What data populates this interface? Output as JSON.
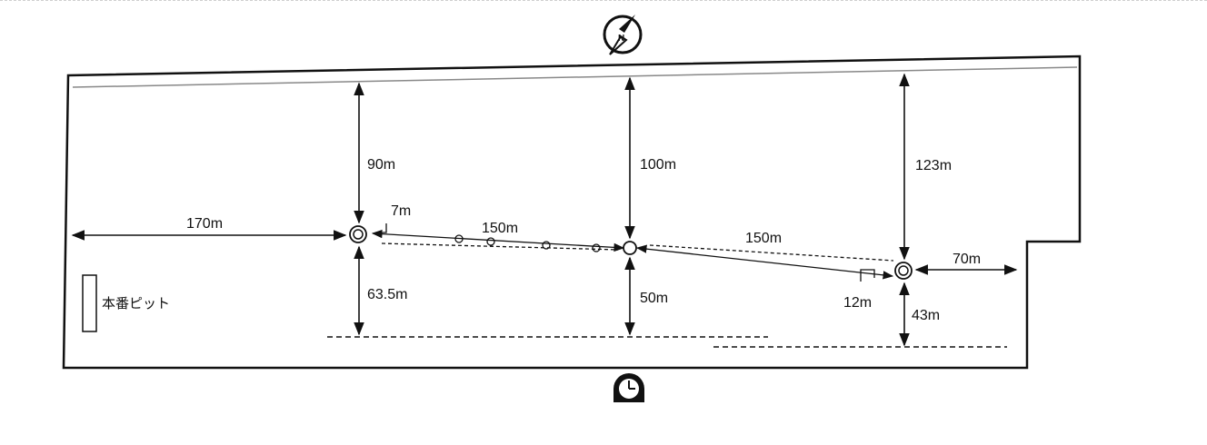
{
  "course": {
    "pit_label": "本番ピット",
    "distances": {
      "left_buoy_to_top": "90m",
      "left_buoy_to_bottom": "63.5m",
      "left_to_edge": "170m",
      "left_offset": "7m",
      "left_leg": "150m",
      "center_to_top": "100m",
      "center_to_bottom": "50m",
      "right_leg": "150m",
      "right_buoy_to_top": "123m",
      "right_buoy_to_bottom": "43m",
      "right_offset": "12m",
      "right_to_edge": "70m"
    }
  },
  "icons": {
    "north": "compass-north-icon",
    "clock": "clock-icon"
  }
}
